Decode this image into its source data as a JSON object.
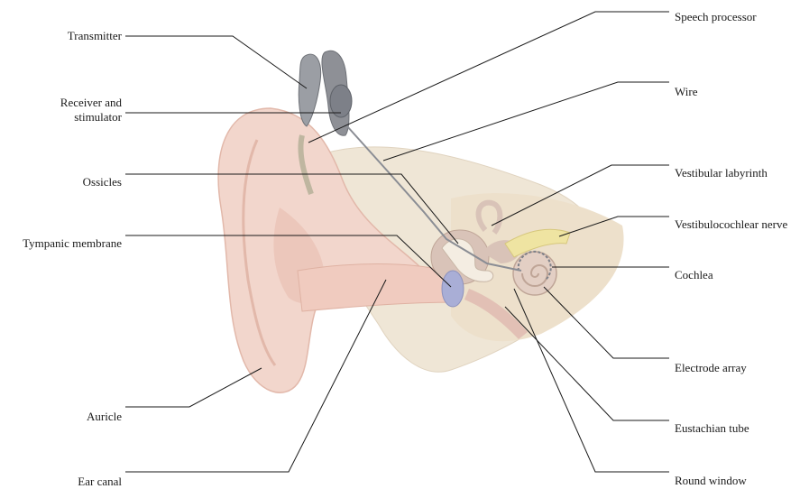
{
  "labels": {
    "transmitter": "Transmitter",
    "receiver_line1": "Receiver and",
    "receiver_line2": "stimulator",
    "ossicles": "Ossicles",
    "tympanic_membrane": "Tympanic membrane",
    "auricle": "Auricle",
    "ear_canal": "Ear canal",
    "speech_processor": "Speech processor",
    "wire": "Wire",
    "vestibular_labyrinth": "Vestibular labyrinth",
    "vestibulocochlear_nerve": "Vestibulocochlear nerve",
    "cochlea": "Cochlea",
    "electrode_array": "Electrode array",
    "eustachian_tube": "Eustachian tube",
    "round_window": "Round window"
  },
  "colors": {
    "skin": "#f2d6cc",
    "skin_shadow": "#e2b8aa",
    "bone": "#efe6d6",
    "device": "#8e9096",
    "inner_ear": "#d9c3b8",
    "nerve": "#efe4a2",
    "membrane": "#a9aed6"
  }
}
